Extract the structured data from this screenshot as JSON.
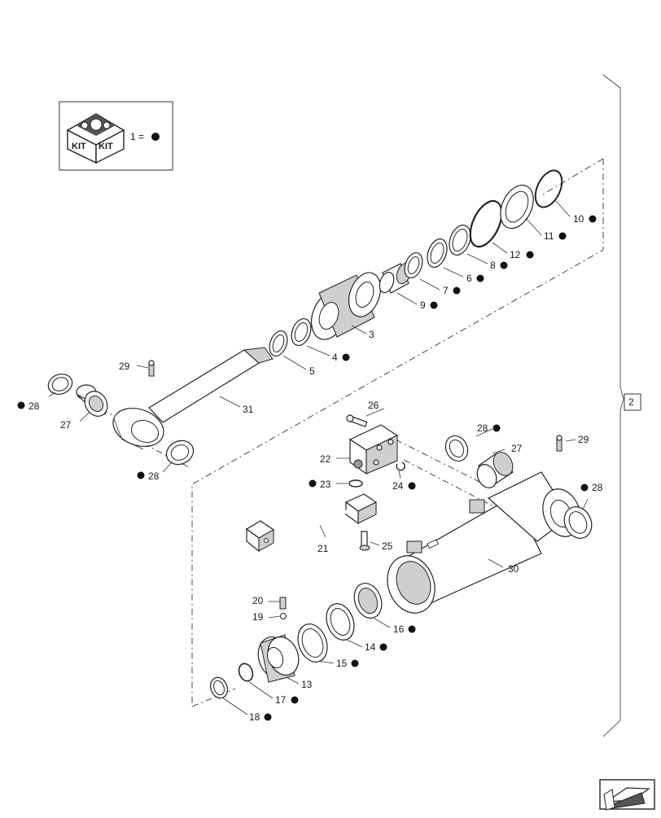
{
  "kit_legend": {
    "kit_text_left": "KIT",
    "kit_text_right": "KIT",
    "equation": "1 ="
  },
  "group_ref": "2",
  "callouts": {
    "c2": "2",
    "c3": "3",
    "c4": "4",
    "c5": "5",
    "c6": "6",
    "c7": "7",
    "c8": "8",
    "c9": "9",
    "c10": "10",
    "c11": "11",
    "c12": "12",
    "c13": "13",
    "c14": "14",
    "c15": "15",
    "c16": "16",
    "c17": "17",
    "c18": "18",
    "c19": "19",
    "c20": "20",
    "c21": "21",
    "c22": "22",
    "c23": "23",
    "c24": "24",
    "c25": "25",
    "c26": "26",
    "c27a": "27",
    "c27b": "27",
    "c28a": "28",
    "c28b": "28",
    "c28c": "28",
    "c28d": "28",
    "c29a": "29",
    "c29b": "29",
    "c30": "30",
    "c31": "31"
  },
  "kit_parts": [
    "1",
    "4",
    "6",
    "7",
    "8",
    "9",
    "10",
    "11",
    "12",
    "14",
    "15",
    "16",
    "17",
    "18",
    "23",
    "24",
    "28"
  ],
  "colors": {
    "line": "#222222",
    "kit_dot": "#111111"
  },
  "icons": [
    "kit-box-icon",
    "kit-bullet-dot",
    "next-page-arrow-icon"
  ]
}
